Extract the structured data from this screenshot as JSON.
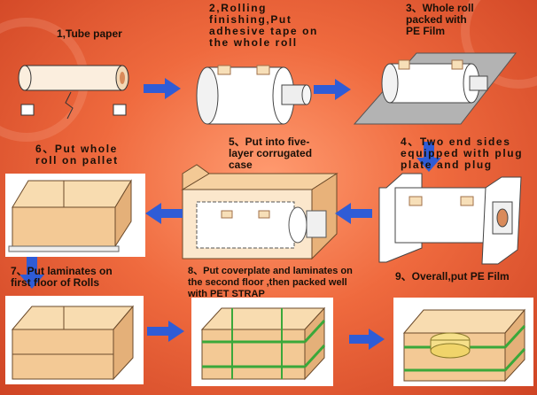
{
  "steps": [
    {
      "id": 1,
      "text": "1,Tube paper"
    },
    {
      "id": 2,
      "text": "2,Rolling\nfinishing,Put\nadhesive tape on\nthe whole roll"
    },
    {
      "id": 3,
      "text": "3、Whole roll\npacked with\nPE Film"
    },
    {
      "id": 4,
      "text": "4、Two end sides\nequipped with plug\nplate and plug"
    },
    {
      "id": 5,
      "text": "5、Put into five-\nlayer corrugated\ncase"
    },
    {
      "id": 6,
      "text": "6、Put whole\nroll on pallet"
    },
    {
      "id": 7,
      "text": "7、Put laminates on\nfirst floor of Rolls"
    },
    {
      "id": 8,
      "text": "8、Put coverplate and laminates on\nthe second floor ,then packed well\nwith PET STRAP"
    },
    {
      "id": 9,
      "text": "9、Overall,put PE Film"
    }
  ],
  "colors": {
    "background": "#ef6a3e",
    "arrow": "#2f5cd6",
    "box": "#f3c995",
    "strap": "#3aa83a",
    "tape": "#f7dfb8",
    "roll": "#ffffff"
  },
  "icons": [
    "arrow-right-icon",
    "arrow-left-icon",
    "arrow-down-icon"
  ]
}
